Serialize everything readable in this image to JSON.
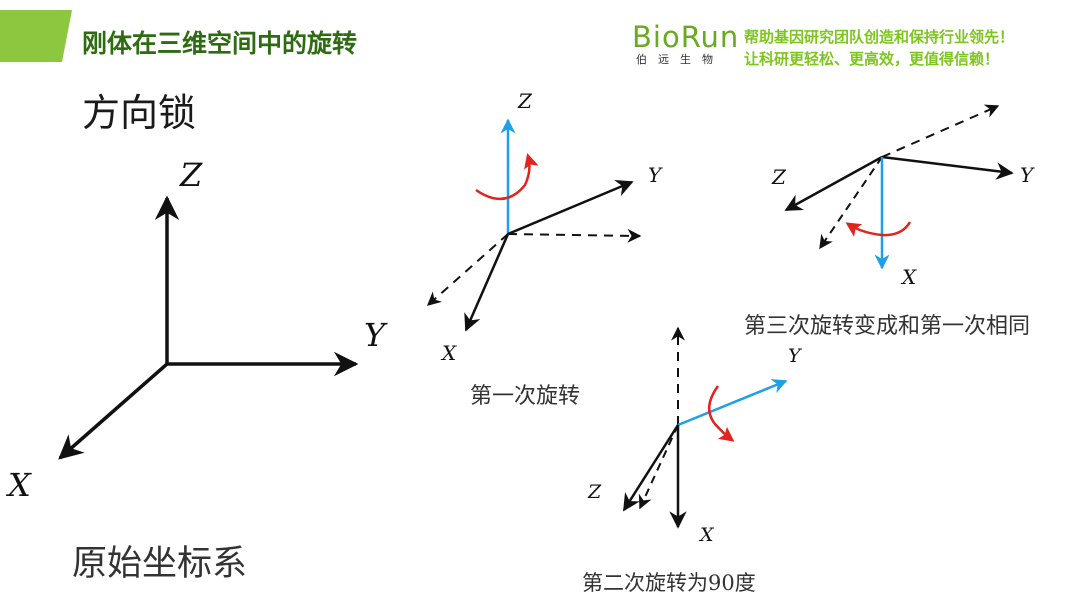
{
  "header": {
    "title": "刚体在三维空间中的旋转",
    "accent_color": "#8dc63f"
  },
  "logo": {
    "wordmark": "BioRun",
    "chinese": "伯远生物",
    "slogan_line1": "帮助基因研究团队创造和保持行业领先！",
    "slogan_line2": "让科研更轻松、更高效，更值得信赖！",
    "color": "#6aaa22"
  },
  "slide": {
    "subtitle": "方向锁"
  },
  "diagram": {
    "origin_frame": {
      "caption": "原始坐标系",
      "axes": [
        "X",
        "Y",
        "Z"
      ]
    },
    "rotation_1": {
      "caption": "第一次旋转",
      "axes": [
        "X",
        "Y",
        "Z"
      ]
    },
    "rotation_2": {
      "caption": "第二次旋转为90度",
      "axes": [
        "X",
        "Y",
        "Z"
      ]
    },
    "rotation_3": {
      "caption": "第三次旋转变成和第一次相同",
      "axes": [
        "X",
        "Y",
        "Z"
      ]
    },
    "colors": {
      "rotation_axis": "#1ea0e6",
      "rotation_arrow": "#e0251f",
      "axis": "#111111"
    }
  }
}
